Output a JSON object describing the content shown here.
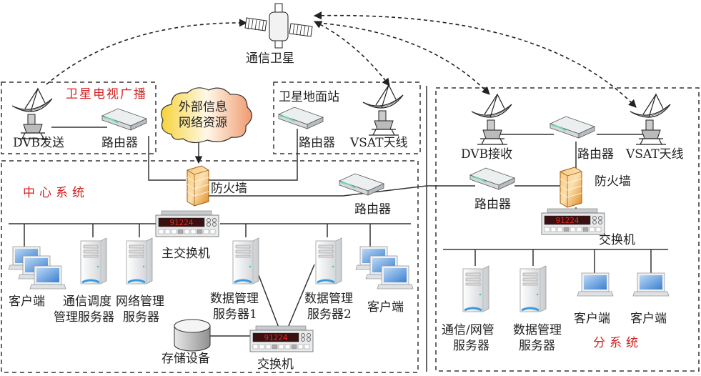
{
  "title": "卫星网络系统结构",
  "colors": {
    "line": "#333333",
    "region_label": "#d42020",
    "cloud_left": "#f6d33a",
    "cloud_right": "#f0a07a",
    "firewall": "#f0a040",
    "switch_display": "#d42020",
    "laptop_screen": "#4a8fd8"
  },
  "satellite": {
    "label": "通信卫星",
    "icon": "satellite-icon"
  },
  "regions": {
    "broadcast": {
      "label": "卫星电视广播"
    },
    "ground_station": {
      "label": "卫星地面站"
    },
    "center": {
      "label": "中心系统"
    },
    "branch": {
      "label": "分系统"
    }
  },
  "cloud": {
    "line1": "外部信息",
    "line2": "网络资源"
  },
  "nodes": {
    "dvb_send": "DVB发送",
    "router_broadcast": "路由器",
    "router_ground": "路由器",
    "vsat_ground": "VSAT天线",
    "firewall_center": "防火墙",
    "router_center": "路由器",
    "main_switch": "主交换机",
    "clients_left": "客户端",
    "comm_server_1": "通信调度",
    "comm_server_2": "管理服务器",
    "net_server_1": "网络管理",
    "net_server_2": "服务器",
    "data_server1_1": "数据管理",
    "data_server1_2": "服务器1",
    "data_server2_1": "数据管理",
    "data_server2_2": "服务器2",
    "clients_right": "客户端",
    "storage": "存储设备",
    "switch_center": "交换机",
    "dvb_recv": "DVB接收",
    "router_branch_top": "路由器",
    "vsat_branch": "VSAT天线",
    "firewall_branch": "防火墙",
    "router_branch_left": "路由器",
    "switch_branch": "交换机",
    "branch_comm_1": "通信/网管",
    "branch_comm_2": "服务器",
    "branch_data_1": "数据管理",
    "branch_data_2": "服务器",
    "branch_client_1": "客户端",
    "branch_client_2": "客户端"
  },
  "switch_display_text": "91224"
}
